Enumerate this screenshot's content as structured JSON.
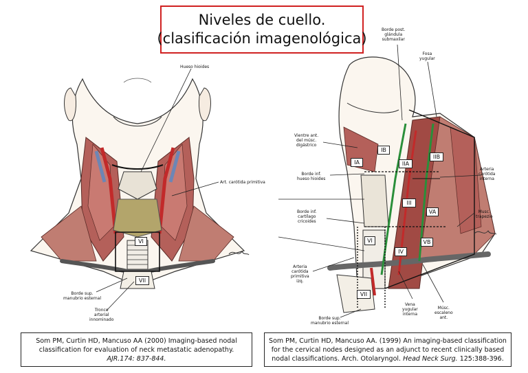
{
  "title": {
    "line1": "Niveles de cuello.",
    "line2": "(clasificación imagenológica)"
  },
  "left_figure": {
    "labels": {
      "hyoid": "Hueso hioides",
      "carotid": "Art. carótida primitiva",
      "manubrium_l1": "Borde sup.",
      "manubrium_l2": "manubrio esternal",
      "trunk_l1": "Tronco",
      "trunk_l2": "arterial",
      "trunk_l3": "innominado"
    },
    "levels": {
      "vi": "VI",
      "vii": "VII"
    }
  },
  "right_figure": {
    "labels": {
      "submand_l1": "Borde post.",
      "submand_l2": "glándula",
      "submand_l3": "submaxilar",
      "jugular_fossa_l1": "Fosa",
      "jugular_fossa_l2": "yugular",
      "digastric_l1": "Vientre ant.",
      "digastric_l2": "del músc.",
      "digastric_l3": "digástrico",
      "hyoid_inf_l1": "Borde inf.",
      "hyoid_inf_l2": "hueso hioides",
      "cricoid_l1": "Borde inf.",
      "cricoid_l2": "cartílago",
      "cricoid_l3": "cricoides",
      "common_carotid_l1": "Arteria",
      "common_carotid_l2": "carótida",
      "common_carotid_l3": "primitiva",
      "common_carotid_l4": "izq.",
      "manubrium_l1": "Borde sup.",
      "manubrium_l2": "manubrio esternal",
      "internal_carotid_l1": "Arteria",
      "internal_carotid_l2": "carótida",
      "internal_carotid_l3": "interna",
      "trapezius_l1": "Musc.",
      "trapezius_l2": "trapezio",
      "jugular_vein_l1": "Vena",
      "jugular_vein_l2": "yugular",
      "jugular_vein_l3": "interna",
      "scalene_l1": "Músc.",
      "scalene_l2": "escaleno",
      "scalene_l3": "ant."
    },
    "levels": {
      "ia": "IA",
      "ib": "IB",
      "iia": "IIA",
      "iib": "IIB",
      "iii": "III",
      "iv": "IV",
      "va": "VA",
      "vb": "VB",
      "vi": "VI",
      "vii": "VII"
    }
  },
  "citation_left": {
    "line1": "Som PM, Curtin HD, Mancuso AA (2000) Imaging-based nodal",
    "line2": "classification for evaluation of neck metastatic adenopathy.",
    "line3": "AJR.174: 837-844."
  },
  "citation_right": {
    "line1": "Som PM, Curtin HD, Mancuso AA. (1999) An imaging-based classification",
    "line2": "for the cervical nodes designed as an adjunct to recent clinically based",
    "line3_a": "nodal classifications. Arch. Otolaryngol.",
    "line3_b": "Head Neck Surg.",
    "line3_c": "125:388-396."
  }
}
